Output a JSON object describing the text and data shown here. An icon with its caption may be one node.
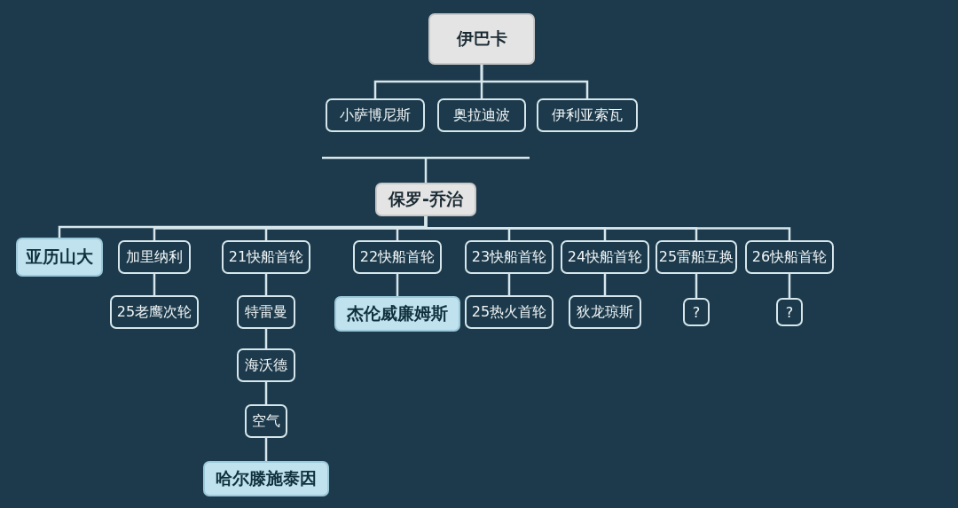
{
  "diagram": {
    "nodes": [
      {
        "text": [
          "伊巴卡"
        ]
      },
      {
        "text": [
          "小萨博尼斯"
        ]
      },
      {
        "text": [
          "奥拉迪波"
        ]
      },
      {
        "text": [
          "伊利亚索瓦"
        ]
      },
      {
        "text": [
          "保罗-乔治"
        ]
      },
      {
        "text": [
          "亚历山大"
        ]
      },
      {
        "text": [
          "加里纳利"
        ]
      },
      {
        "text": [
          "21快船首轮"
        ]
      },
      {
        "text": [
          "22快船首轮"
        ]
      },
      {
        "text": [
          "23快船首轮"
        ]
      },
      {
        "text": [
          "24快船首轮"
        ]
      },
      {
        "text": [
          "25雷船互换"
        ]
      },
      {
        "text": [
          "26快船首轮"
        ]
      },
      {
        "text": [
          "25老鹰次轮"
        ]
      },
      {
        "text": [
          "特雷曼"
        ]
      },
      {
        "text": [
          "杰伦威廉姆斯"
        ]
      },
      {
        "text": [
          "25热火首轮"
        ]
      },
      {
        "text": [
          "狄龙琼斯"
        ]
      },
      {
        "text": [
          "?"
        ]
      },
      {
        "text": [
          "?"
        ]
      },
      {
        "text": [
          "海沃德"
        ]
      },
      {
        "text": [
          "空气"
        ]
      },
      {
        "text": [
          "哈尔滕施泰因"
        ]
      }
    ],
    "edges": [
      {
        "from": 0,
        "to": 1,
        "arrow": "none"
      },
      {
        "from": 0,
        "to": 2,
        "arrow": "none"
      },
      {
        "from": 0,
        "to": 3,
        "arrow": "none"
      },
      {
        "from": null,
        "to": 4,
        "arrow": "none"
      },
      {
        "from": 4,
        "to": 5,
        "arrow": "none"
      },
      {
        "from": 4,
        "to": 6,
        "arrow": "none"
      },
      {
        "from": 4,
        "to": 7,
        "arrow": "none"
      },
      {
        "from": 4,
        "to": 8,
        "arrow": "none"
      },
      {
        "from": 4,
        "to": 9,
        "arrow": "none"
      },
      {
        "from": 4,
        "to": 10,
        "arrow": "none"
      },
      {
        "from": 4,
        "to": 11,
        "arrow": "none"
      },
      {
        "from": 4,
        "to": 12,
        "arrow": "none"
      },
      {
        "from": 6,
        "to": 13,
        "arrow": "none"
      },
      {
        "from": 7,
        "to": 14,
        "arrow": "none"
      },
      {
        "from": 8,
        "to": 15,
        "arrow": "none"
      },
      {
        "from": 9,
        "to": 16,
        "arrow": "none"
      },
      {
        "from": 10,
        "to": 17,
        "arrow": "none"
      },
      {
        "from": 11,
        "to": 18,
        "arrow": "none"
      },
      {
        "from": 12,
        "to": 19,
        "arrow": "none"
      },
      {
        "from": 14,
        "to": 20,
        "arrow": "none"
      },
      {
        "from": 20,
        "to": 21,
        "arrow": "none"
      },
      {
        "from": 21,
        "to": 22,
        "arrow": "none"
      }
    ]
  }
}
